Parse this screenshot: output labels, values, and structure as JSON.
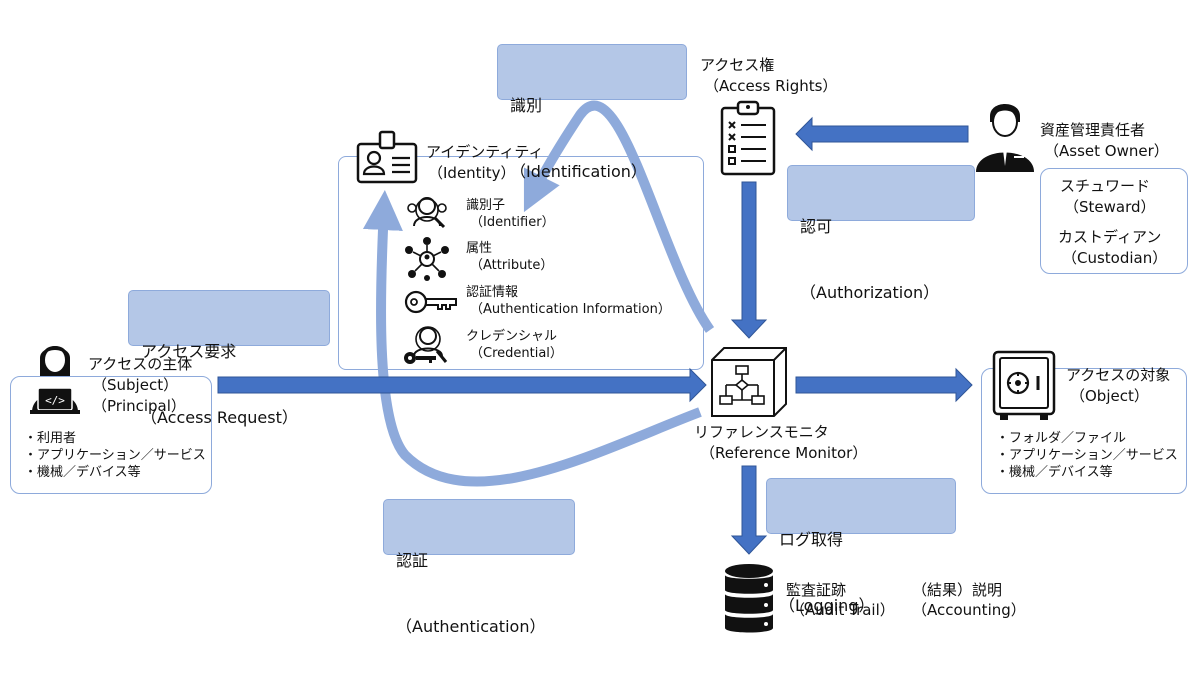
{
  "colors": {
    "arrow_dark": "#4472c4",
    "arrow_light": "#8eaadb",
    "label_fill": "#b4c7e7",
    "frame_border": "#8eaadb",
    "icon": "#111111"
  },
  "nodes": {
    "subject": {
      "title": "アクセスの主体",
      "en1": "（Subject）",
      "en2": "（Principal）",
      "items": [
        "・利用者",
        "・アプリケーション／サービス",
        "・機械／デバイス等"
      ],
      "icon": "developer-person-icon"
    },
    "identity": {
      "title": "アイデンティティ",
      "en": "（Identity）",
      "icon": "id-badge-icon",
      "items": [
        {
          "ja": "識別子",
          "en": "（Identifier）",
          "icon": "identifier-user-search-icon"
        },
        {
          "ja": "属性",
          "en": "（Attribute）",
          "icon": "attribute-network-icon"
        },
        {
          "ja": "認証情報",
          "en": "（Authentication Information）",
          "icon": "key-icon"
        },
        {
          "ja": "クレデンシャル",
          "en": "（Credential）",
          "icon": "credential-user-key-icon"
        }
      ]
    },
    "access_rights": {
      "ja": "アクセス権",
      "en": "（Access Rights）",
      "icon": "clipboard-checklist-icon"
    },
    "asset_owner": {
      "ja": "資産管理責任者",
      "en": "（Asset Owner）",
      "icon": "businessman-icon",
      "roles": [
        {
          "ja": "スチュワード",
          "en": "（Steward）"
        },
        {
          "ja": "カストディアン",
          "en": "（Custodian）"
        }
      ]
    },
    "reference_monitor": {
      "ja": "リファレンスモニタ",
      "en": "（Reference Monitor）",
      "icon": "flowchart-cube-icon"
    },
    "object": {
      "ja": "アクセスの対象",
      "en": "（Object）",
      "icon": "safe-icon",
      "items": [
        "・フォルダ／ファイル",
        "・アプリケーション／サービス",
        "・機械／デバイス等"
      ]
    },
    "audit_trail": {
      "ja": "監査証跡",
      "en": "（Audit Trail）",
      "icon": "database-icon"
    },
    "accounting": {
      "ja": "（結果）説明",
      "en": "（Accounting）"
    }
  },
  "labels": {
    "identification": {
      "ja": "識別",
      "en": "（Identification）"
    },
    "authorization": {
      "ja": "認可",
      "en": "（Authorization）"
    },
    "access_request": {
      "ja": "アクセス要求",
      "en": "（Access Request）"
    },
    "authentication": {
      "ja": "認証",
      "en": "（Authentication）"
    },
    "logging": {
      "ja": "ログ取得",
      "en": "（Logging）"
    }
  }
}
